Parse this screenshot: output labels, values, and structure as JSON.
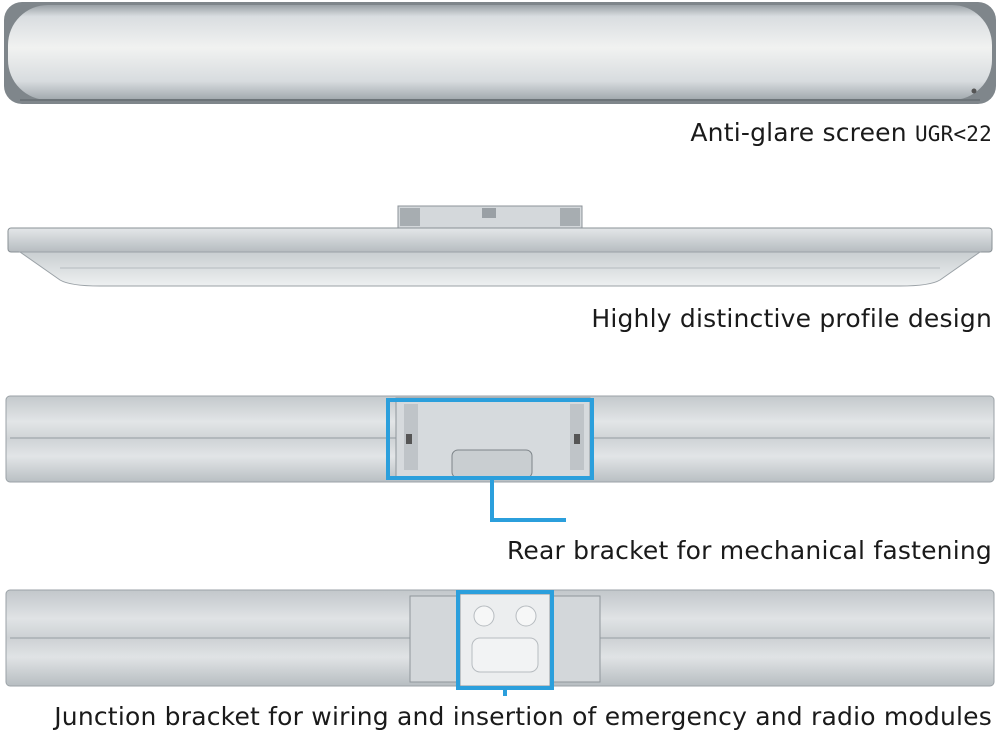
{
  "colors": {
    "accent_blue": "#2b9fdc",
    "fixture_light": "#dfe3e6",
    "fixture_mid": "#c3c8cc",
    "fixture_dark": "#7f868b"
  },
  "captions": {
    "anti_glare": {
      "label": "Anti-glare screen",
      "suffix": "UGR<22"
    },
    "profile": {
      "label": "Highly distinctive profile design"
    },
    "rear_bracket": {
      "label": "Rear bracket for mechanical fastening"
    },
    "junction_bracket": {
      "label": "Junction bracket for wiring and insertion of emergency and radio modules"
    }
  }
}
